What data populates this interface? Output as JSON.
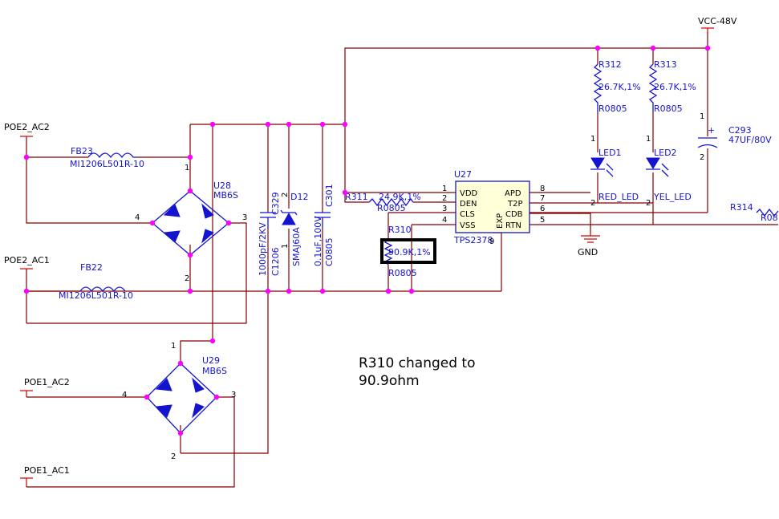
{
  "nets": {
    "vcc": "VCC-48V",
    "gnd": "GND",
    "poe2_ac2": "POE2_AC2",
    "poe2_ac1": "POE2_AC1",
    "poe1_ac2": "POE1_AC2",
    "poe1_ac1": "POE1_AC1"
  },
  "components": {
    "fb23": {
      "ref": "FB23",
      "value": "MI1206L501R-10"
    },
    "fb22": {
      "ref": "FB22",
      "value": "MI1206L501R-10"
    },
    "u28": {
      "ref": "U28",
      "value": "MB6S",
      "pins": [
        "1",
        "2",
        "3",
        "4"
      ]
    },
    "u29": {
      "ref": "U29",
      "value": "MB6S",
      "pins": [
        "1",
        "2",
        "3",
        "4"
      ]
    },
    "c329": {
      "ref": "C329",
      "value": "1000pF/2KV",
      "package": "C1206"
    },
    "d12": {
      "ref": "D12",
      "value": "SMAJ60A",
      "pins": [
        "2",
        "1"
      ]
    },
    "c301": {
      "ref": "C301",
      "value": "0.1uF,100V",
      "package": "C0805"
    },
    "r311": {
      "ref": "R311",
      "value": "24.9K,1%",
      "package": "R0805"
    },
    "r310": {
      "ref": "R310",
      "value": "90.9K,1%",
      "package": "R0805"
    },
    "r312": {
      "ref": "R312",
      "value": "26.7K,1%",
      "package": "R0805"
    },
    "r313": {
      "ref": "R313",
      "value": "26.7K,1%",
      "package": "R0805"
    },
    "r314": {
      "ref": "R314",
      "value": "R08"
    },
    "led1": {
      "ref": "LED1",
      "value": "RED_LED",
      "pins": [
        "1",
        "2"
      ]
    },
    "led2": {
      "ref": "LED2",
      "value": "YEL_LED",
      "pins": [
        "1",
        "2"
      ]
    },
    "c293": {
      "ref": "C293",
      "value": "47UF/80V",
      "pins": [
        "1",
        "2"
      ]
    },
    "u27": {
      "ref": "U27",
      "value": "TPS2378",
      "left_pins": [
        {
          "num": "1",
          "name": "VDD"
        },
        {
          "num": "2",
          "name": "DEN"
        },
        {
          "num": "3",
          "name": "CLS"
        },
        {
          "num": "4",
          "name": "VSS"
        }
      ],
      "right_pins": [
        {
          "num": "8",
          "name": "APD"
        },
        {
          "num": "7",
          "name": "T2P"
        },
        {
          "num": "6",
          "name": "CDB"
        },
        {
          "num": "5",
          "name": "RTN"
        }
      ],
      "exp_label": "EXP",
      "exp_pin": "9"
    }
  },
  "note": {
    "line1": "R310 changed to",
    "line2": "90.9ohm"
  },
  "colors": {
    "wire": "#800000",
    "component": "#1414d0",
    "junction": "#ff00ff",
    "chip_fill": "#ffffd8"
  }
}
